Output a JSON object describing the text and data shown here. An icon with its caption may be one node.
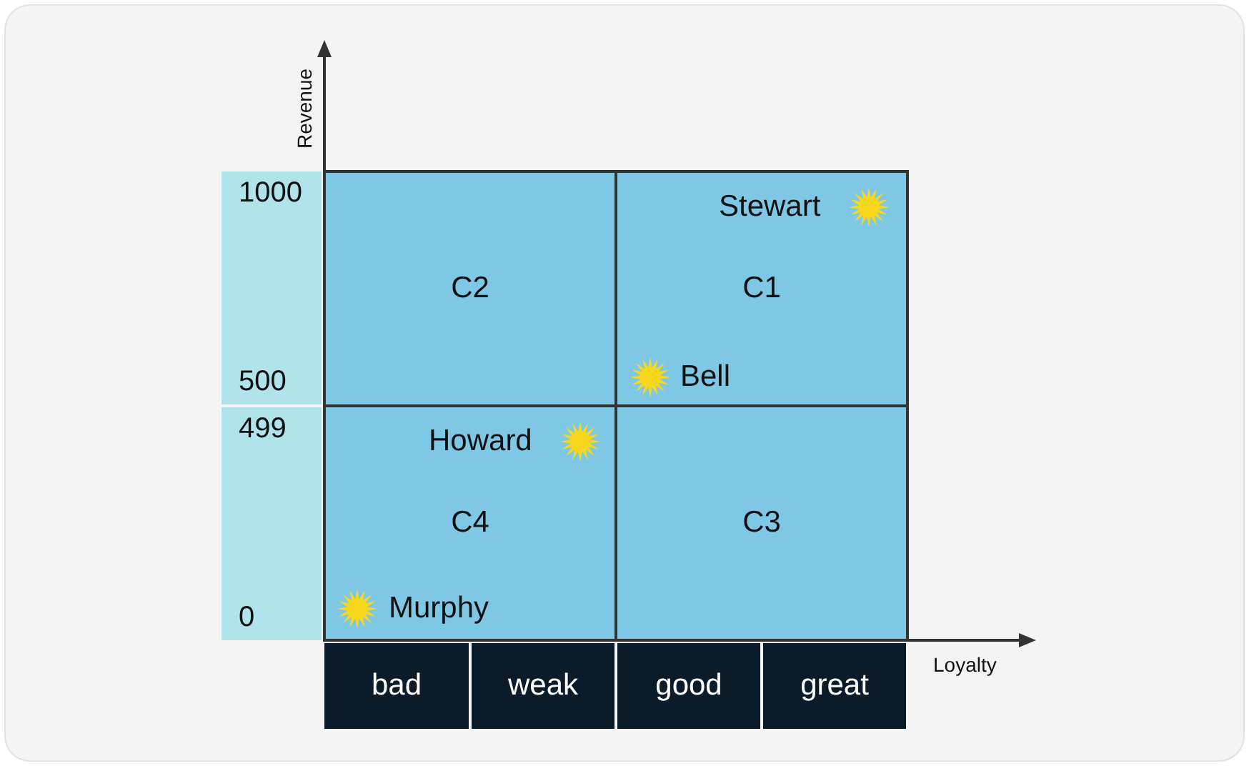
{
  "diagram": {
    "nodes": [
      {
        "text": [
          "1000",
          "500"
        ]
      },
      {
        "text": [
          "C2"
        ]
      },
      {
        "text": [
          "C1"
        ]
      },
      {
        "text": [
          "Stewart"
        ],
        "in": 2
      },
      {
        "text": [
          "Bell"
        ],
        "in": 2
      },
      {
        "text": [
          "499",
          "0"
        ]
      },
      {
        "text": [
          "C4"
        ]
      },
      {
        "text": [
          "Howard"
        ],
        "in": 6
      },
      {
        "text": [
          "Murphy"
        ],
        "in": 6
      },
      {
        "text": [
          "C3"
        ]
      },
      {
        "text": [
          "bad"
        ]
      },
      {
        "text": [
          "weak"
        ]
      },
      {
        "text": [
          "good"
        ]
      },
      {
        "text": [
          "great"
        ]
      }
    ],
    "edges": [],
    "labels": [
      "Revenue",
      "Loyalty"
    ]
  }
}
